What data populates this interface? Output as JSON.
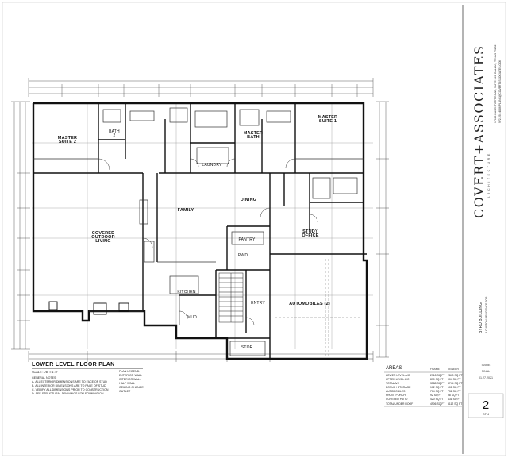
{
  "sheet": {
    "title": "LOWER LEVEL FLOOR PLAN",
    "scale": "SCALE: 1/8\" = 1'-0\"",
    "sheet_number": "2",
    "sheet_of": "OF 4"
  },
  "firm": {
    "name": "COVERT+ASSOCIATES",
    "subtitle": "A R C H I T E C T U R E",
    "address_line1": "17618 DAVENPORT ROAD, SUITE 313, DALLAS, TEXAS 75252",
    "address_line2": "972.250.4886   PLANS@COVERTASSOCIATES.COM"
  },
  "project": {
    "name": "BYRD BUILDING",
    "sub": "A CUSTOM RESIDENCE FOR"
  },
  "rooms": [
    {
      "id": "master-suite-2",
      "label": "MASTER\nSUITE 2"
    },
    {
      "id": "master-suite-1",
      "label": "MASTER\nSUITE 1"
    },
    {
      "id": "master-bath",
      "label": "MASTER\nBATH"
    },
    {
      "id": "laundry",
      "label": "LAUNDRY"
    },
    {
      "id": "bath-2",
      "label": "BATH\n2"
    },
    {
      "id": "family",
      "label": "FAMILY"
    },
    {
      "id": "dining",
      "label": "DINING"
    },
    {
      "id": "covered-outdoor-living",
      "label": "COVERED\nOUTDOOR\nLIVING"
    },
    {
      "id": "study-office",
      "label": "STUDY\nOFFICE"
    },
    {
      "id": "kitchen",
      "label": "KITCHEN"
    },
    {
      "id": "pantry",
      "label": "PANTRY"
    },
    {
      "id": "powder",
      "label": "PWD"
    },
    {
      "id": "garage",
      "label": "AUTOMOBILES (2)"
    },
    {
      "id": "entry",
      "label": "ENTRY"
    },
    {
      "id": "mud",
      "label": "MUD"
    },
    {
      "id": "storage",
      "label": "STOR."
    }
  ],
  "notes": [
    "GENERAL NOTES:",
    "A. ALL EXTERIOR DIMENSIONS ARE TO FACE OF STUD",
    "B. ALL INTERIOR DIMENSIONS ARE TO FACE OF STUD",
    "C. VERIFY ALL DIMENSIONS PRIOR TO CONSTRUCTION",
    "D. SEE STRUCTURAL DRAWINGS FOR FOUNDATION"
  ],
  "legend": [
    "PLAN LEGEND:",
    "EXTERIOR WALL",
    "INTERIOR WALL",
    "HALF WALL",
    "CEILING CHANGE",
    "OUTLET"
  ],
  "areas": {
    "title": "AREAS",
    "header_frame": "FRAME",
    "header_veneer": "VENEER",
    "rows": [
      {
        "name": "LOWER LEVEL A/C",
        "frame": "2718 SQ FT",
        "veneer": "2840 SQ FT"
      },
      {
        "name": "UPPER LEVEL A/C",
        "frame": "870 SQ FT",
        "veneer": "904 SQ FT"
      },
      {
        "name": "TOTAL A/C",
        "frame": "3588 SQ FT",
        "veneer": "3744 SQ FT"
      },
      {
        "name": "BONUS / STORAGE",
        "frame": "102 SQ FT",
        "veneer": "108 SQ FT"
      },
      {
        "name": "AUTOMOBILES",
        "frame": "704 SQ FT",
        "veneer": "731 SQ FT"
      },
      {
        "name": "FRONT PORCH",
        "frame": "92 SQ FT",
        "veneer": "98 SQ FT"
      },
      {
        "name": "COVERED PATIO",
        "frame": "420 SQ FT",
        "veneer": "431 SQ FT"
      },
      {
        "name": "TOTAL UNDER ROOF",
        "frame": "4906 SQ FT",
        "veneer": "5112 SQ FT"
      }
    ]
  },
  "title_block": {
    "issue_label": "ISSUE",
    "issue_value": "FINAL",
    "date": "01.27.2021"
  },
  "colors": {
    "linework": "#1a1a1a",
    "fill": "#ffffff"
  }
}
